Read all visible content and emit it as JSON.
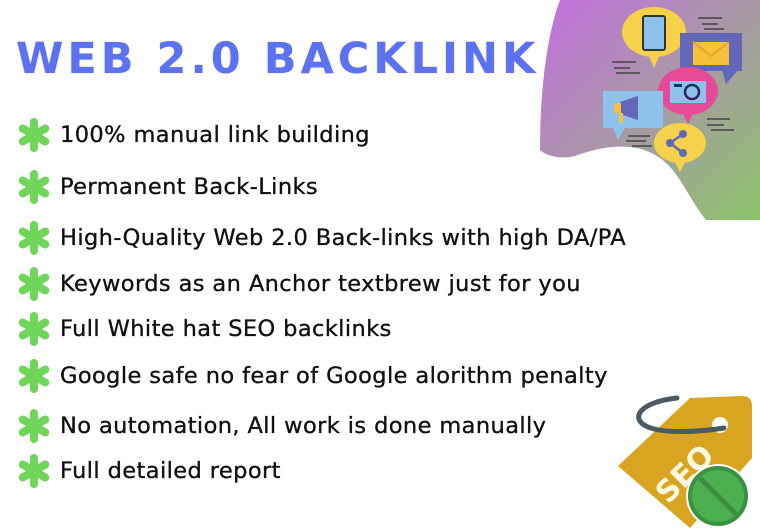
{
  "title": "WEB 2.0 BACKLINK",
  "bullets": [
    "100% manual link building",
    "Permanent Back-Links",
    "High-Quality Web 2.0 Back-links with high DA/PA",
    "Keywords as an Anchor textbrew just for you",
    "Full White hat SEO backlinks",
    "Google safe no fear of Google alorithm penalty",
    "No automation, All work is done manually",
    "Full detailed report"
  ],
  "seo_tag_text": "SEO",
  "colors": {
    "title": "#5b73f0",
    "bullet_icon": "#6fd65a",
    "blob_start": "#c46ee0",
    "blob_end": "#8cc46a",
    "tag": "#d9a520",
    "badge": "#4caf50"
  },
  "icons": [
    "smartphone-icon",
    "envelope-icon",
    "camera-icon",
    "megaphone-icon",
    "share-icon",
    "seo-tag-icon",
    "no-sign-icon"
  ]
}
